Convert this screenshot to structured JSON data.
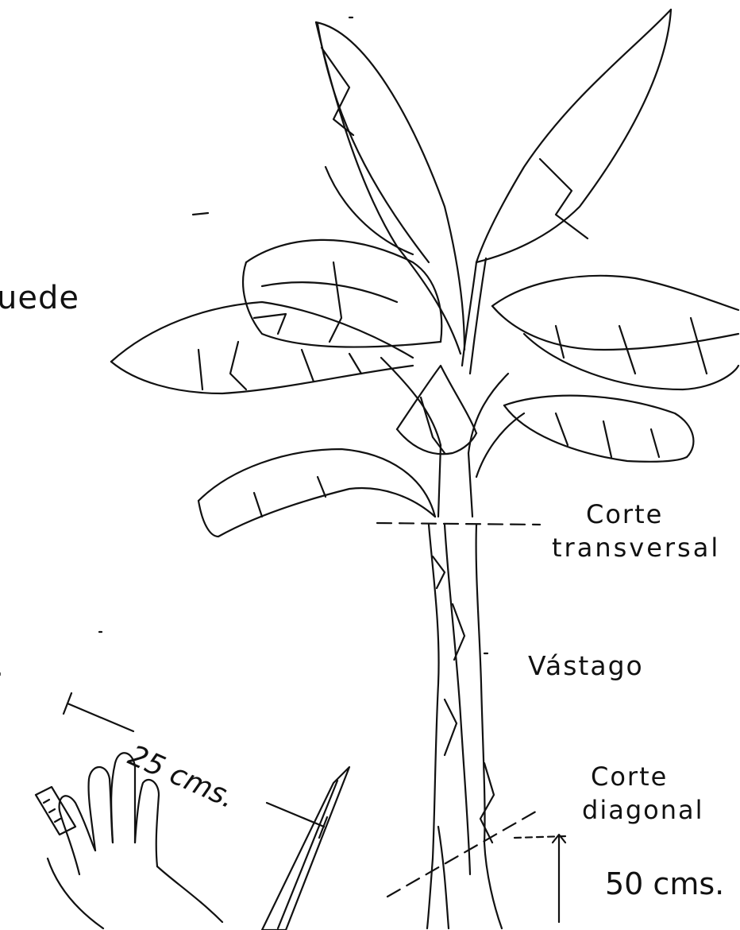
{
  "labels": {
    "partial_top": "uede",
    "partial_mid": ".",
    "corte_transversal_line1": "Corte",
    "corte_transversal_line2": "transversal",
    "vastago": "Vástago",
    "corte_diagonal_line1": "Corte",
    "corte_diagonal_line2": "diagonal",
    "height_measure": "50 cms.",
    "width_measure": "25 cms."
  },
  "colors": {
    "ink": "#111111",
    "paper": "#ffffff"
  }
}
